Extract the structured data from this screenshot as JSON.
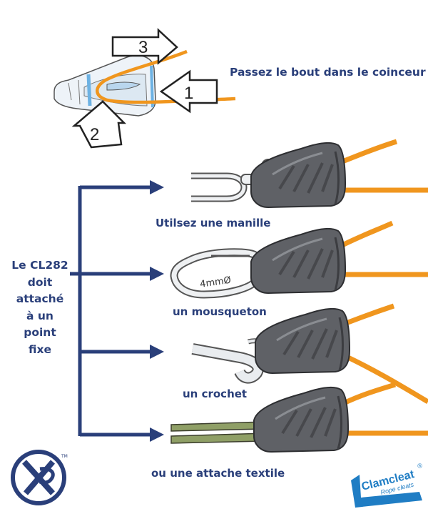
{
  "colors": {
    "navy": "#2a3f7a",
    "rope": "#f0961e",
    "cleat": "#5f6166",
    "cleat_highlight": "#8a8d92",
    "hook_fill": "#e9ecef",
    "strap": "#8f9f66",
    "brand_blue": "#1f7dc4"
  },
  "steps": {
    "one": "1",
    "two": "2",
    "three": "3"
  },
  "instruction": "Passez le bout dans le coinceur",
  "left_label_lines": [
    "Le CL282",
    "doit",
    "attaché",
    "à un",
    "point",
    "fixe"
  ],
  "options": [
    {
      "id": "manille",
      "label": "Utilsez une manille"
    },
    {
      "id": "mousqueton",
      "label": "un mousqueton",
      "engraving": "4mmØ"
    },
    {
      "id": "crochet",
      "label": "un crochet"
    },
    {
      "id": "textile",
      "label": "ou une attache textile"
    }
  ],
  "brand": {
    "name": "Clamcleat",
    "registered": "®",
    "tagline": "Rope cleats"
  },
  "xp_logo": {
    "tm": "TM"
  }
}
